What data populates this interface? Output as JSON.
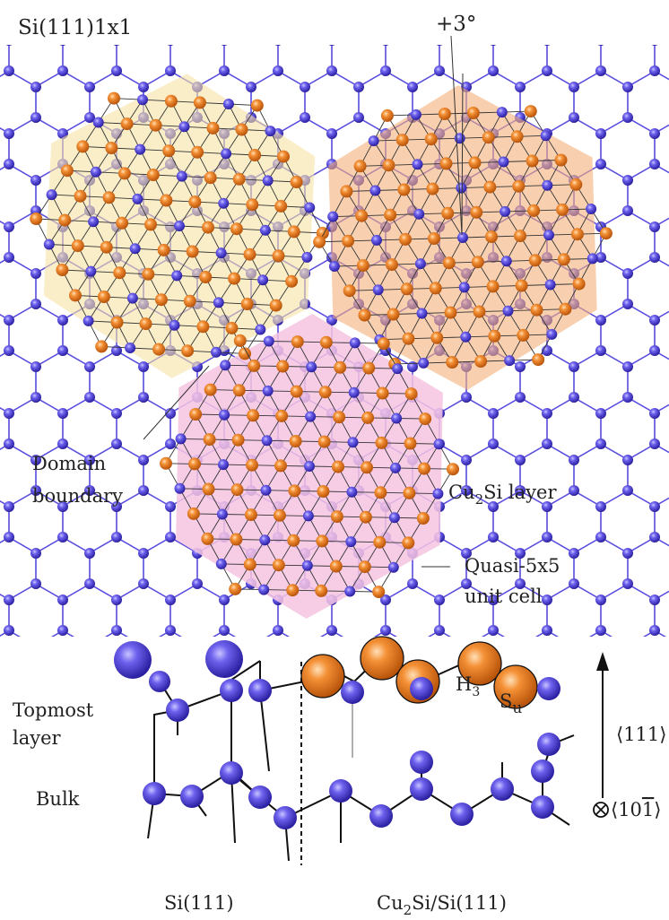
{
  "labels": {
    "top_left": "Si(111)1x1",
    "rotation": "+3°",
    "domain_boundary_1": "Domain",
    "domain_boundary_2": "boundary",
    "cu2si_layer_prefix": "Cu",
    "cu2si_layer_sub": "2",
    "cu2si_layer_suffix": "Si layer",
    "quasi_1": "Quasi-5x5",
    "quasi_2": "unit cell",
    "topmost_1": "Topmost",
    "topmost_2": "layer",
    "bulk": "Bulk",
    "h3_main": "H",
    "h3_sub": "3",
    "su_main": "S",
    "su_sub": "u",
    "dir_111": "⟨111⟩",
    "dir_10m1": "⟨10",
    "dir_10m1_bar": "1",
    "dir_10m1_end": "⟩",
    "bottom_si": "Si(111)",
    "bottom_cu_prefix": "Cu",
    "bottom_cu_sub": "2",
    "bottom_cu_suffix": "Si/Si(111)"
  },
  "colors": {
    "si_atom": "#5b4fe0",
    "cu_atom": "#f08a24",
    "domain_yellow": "#f6e3a3",
    "domain_orange": "#f5b07a",
    "domain_pink": "#f6c4e2",
    "si_bond": "#5b4fe0",
    "cu_bond": "#333333"
  }
}
